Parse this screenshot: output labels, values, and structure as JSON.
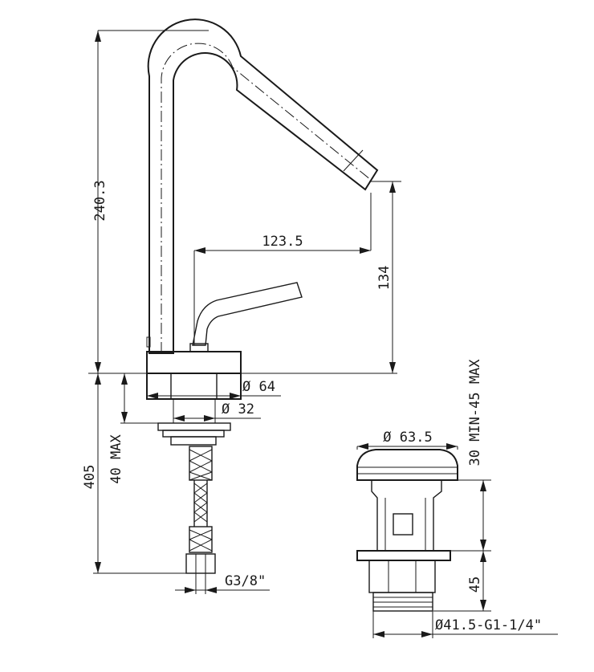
{
  "dimensions": {
    "total_height": "240.3",
    "spout_reach": "123.5",
    "spout_height": "134",
    "base_diameter": "Ø 64",
    "shank_diameter": "Ø 32",
    "max_deck_thickness": "40 MAX",
    "hose_length": "405",
    "hose_thread": "G3/8\"",
    "waste_diameter": "Ø 63.5",
    "waste_min_max": "30 MIN-45 MAX",
    "waste_height": "45",
    "waste_thread": "Ø41.5-G1-1/4\""
  },
  "colors": {
    "line": "#1a1a1a",
    "background": "#ffffff"
  }
}
